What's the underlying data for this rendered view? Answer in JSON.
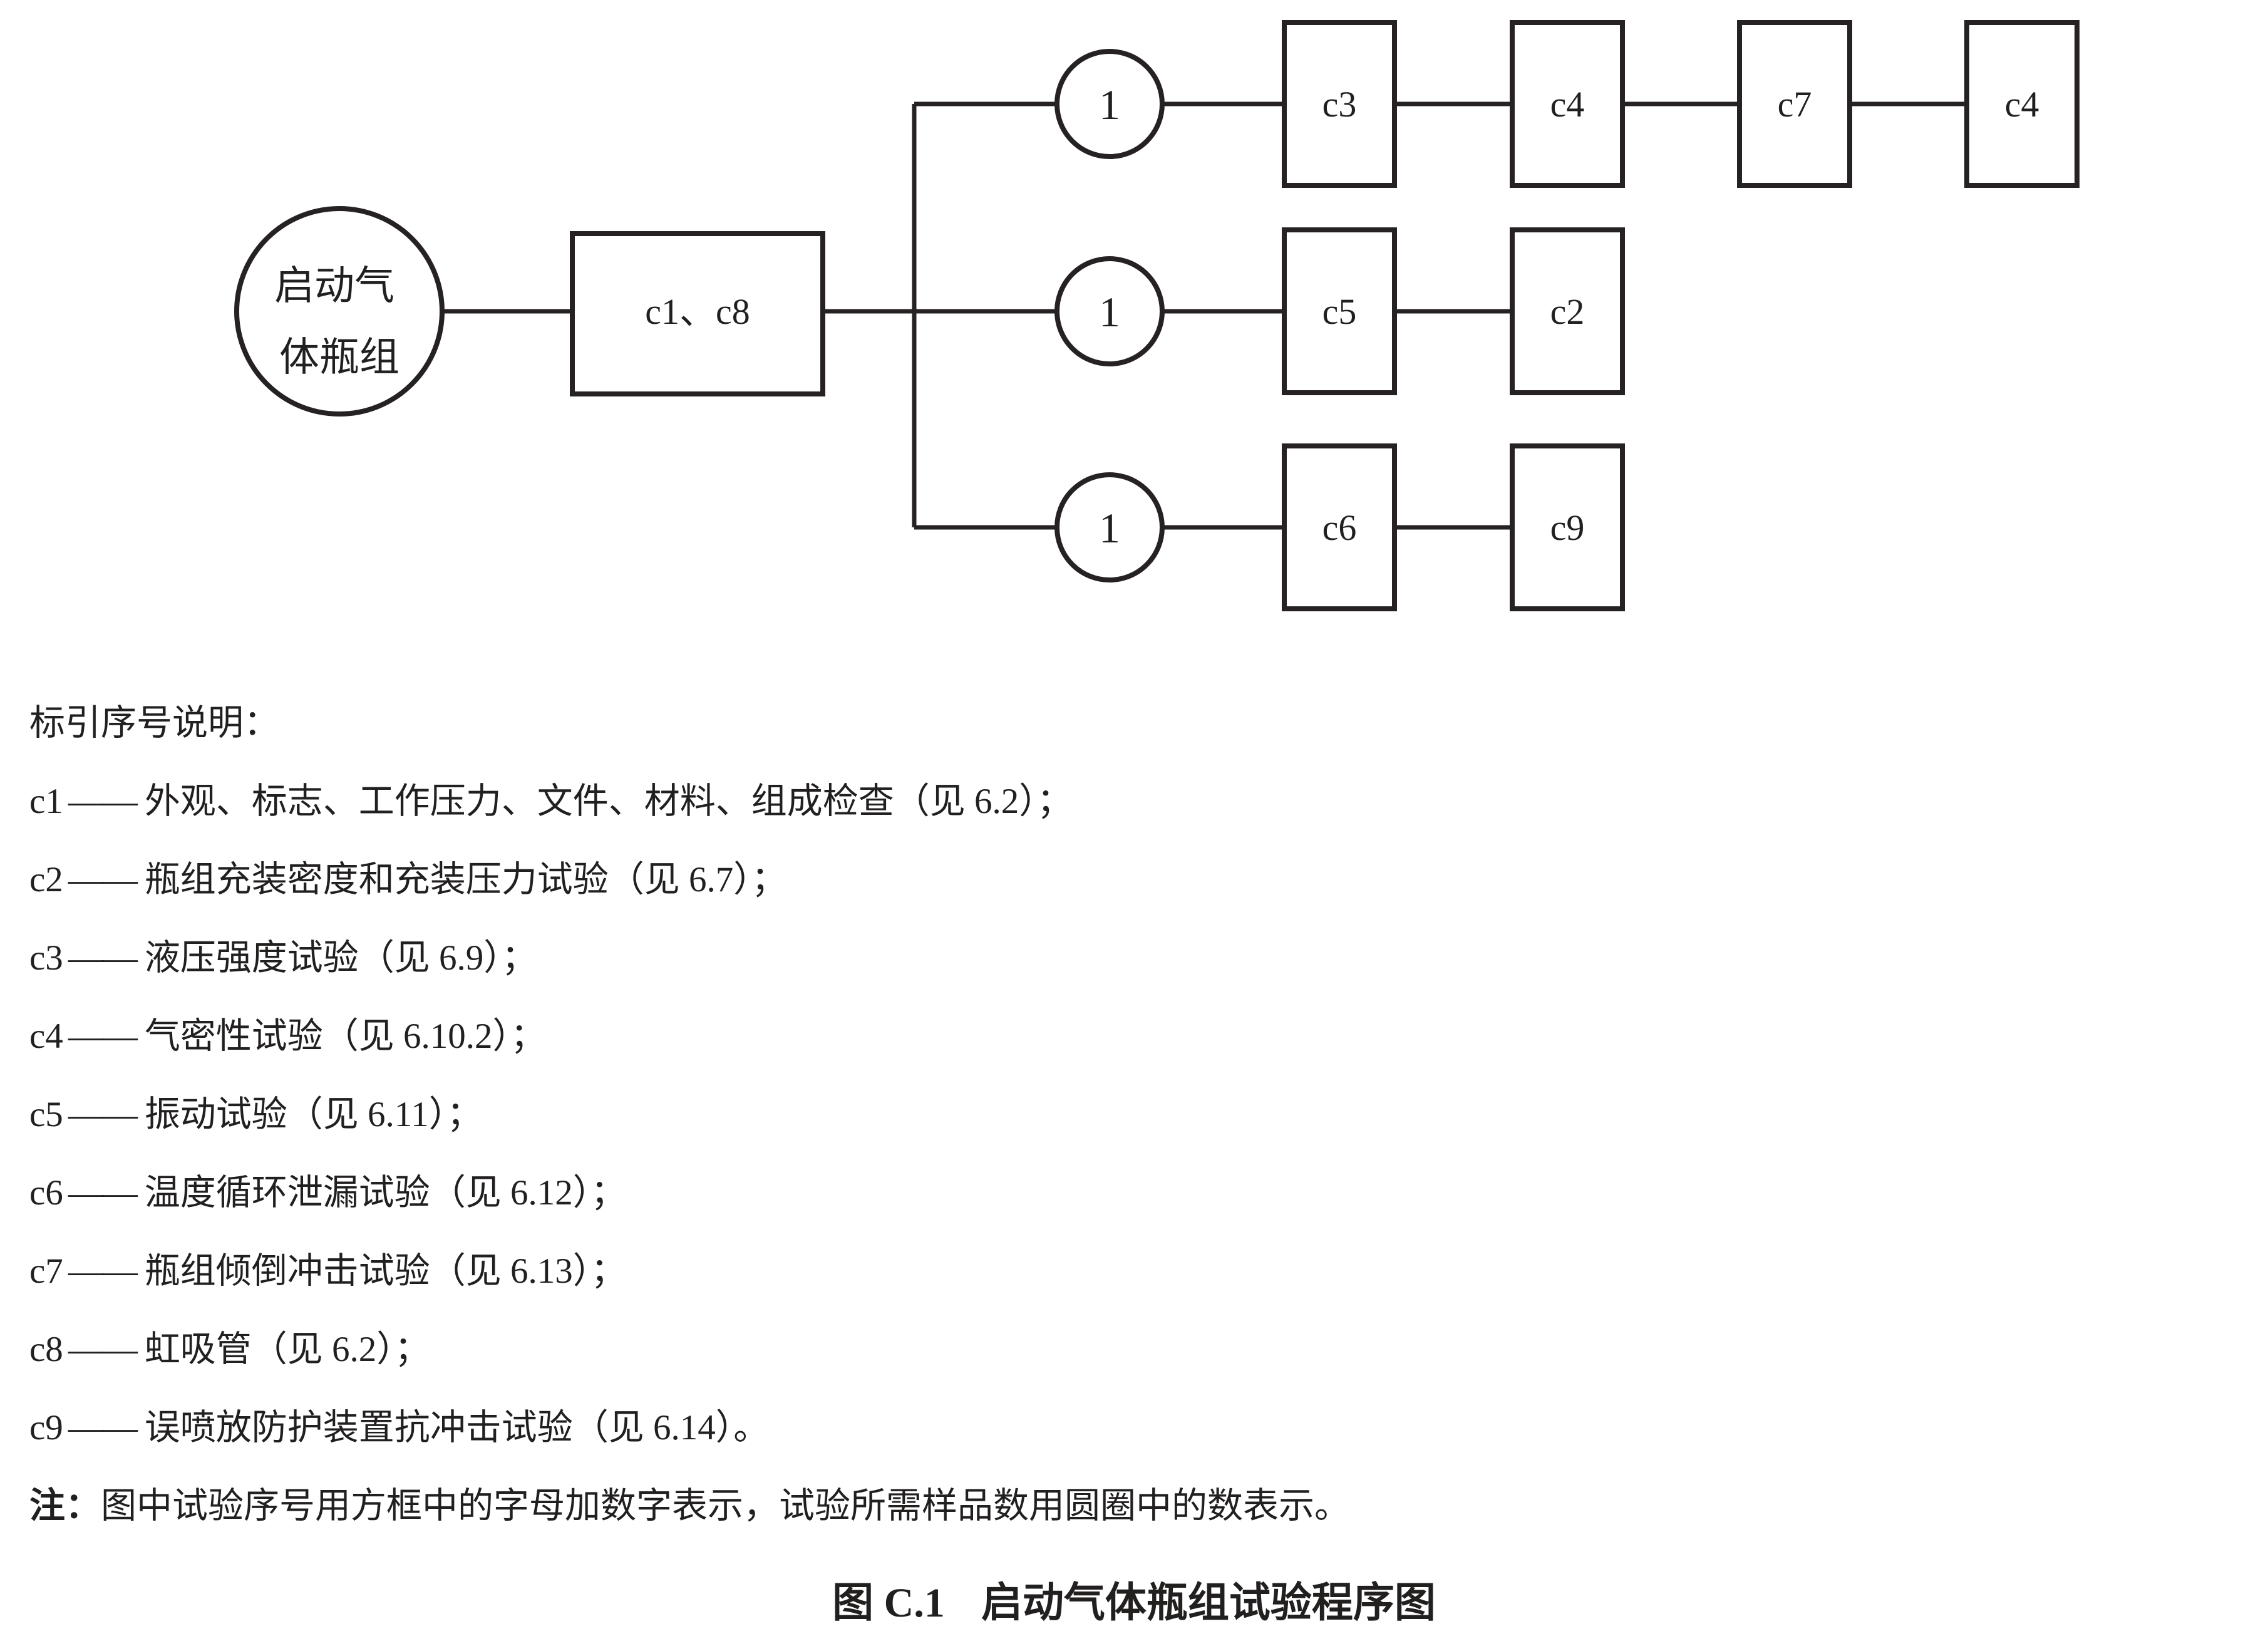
{
  "diagram": {
    "start_node": {
      "line1": "启动气",
      "line2": "体瓶组"
    },
    "first_box": "c1、c8",
    "sample_count": "1",
    "branches": {
      "top": [
        "c3",
        "c4",
        "c7",
        "c4"
      ],
      "middle": [
        "c5",
        "c2"
      ],
      "bottom": [
        "c6",
        "c9"
      ]
    },
    "line_color": "#262223"
  },
  "legend": {
    "title": "标引序号说明：",
    "dash": "——",
    "items": [
      {
        "id": "c1",
        "label": "外观、标志、工作压力、文件、材料、组成检查（见 6.2）；"
      },
      {
        "id": "c2",
        "label": "瓶组充装密度和充装压力试验（见 6.7）；"
      },
      {
        "id": "c3",
        "label": "液压强度试验（见 6.9）；"
      },
      {
        "id": "c4",
        "label": "气密性试验（见 6.10.2）；"
      },
      {
        "id": "c5",
        "label": "振动试验（见 6.11）；"
      },
      {
        "id": "c6",
        "label": "温度循环泄漏试验（见 6.12）；"
      },
      {
        "id": "c7",
        "label": "瓶组倾倒冲击试验（见 6.13）；"
      },
      {
        "id": "c8",
        "label": "虹吸管（见 6.2）；"
      },
      {
        "id": "c9",
        "label": "误喷放防护装置抗冲击试验（见 6.14）。"
      }
    ],
    "note_label": "注：",
    "note_text": "图中试验序号用方框中的字母加数字表示，试验所需样品数用圆圈中的数表示。"
  },
  "caption": {
    "figure_no": "图 C.1",
    "title": "启动气体瓶组试验程序图"
  }
}
